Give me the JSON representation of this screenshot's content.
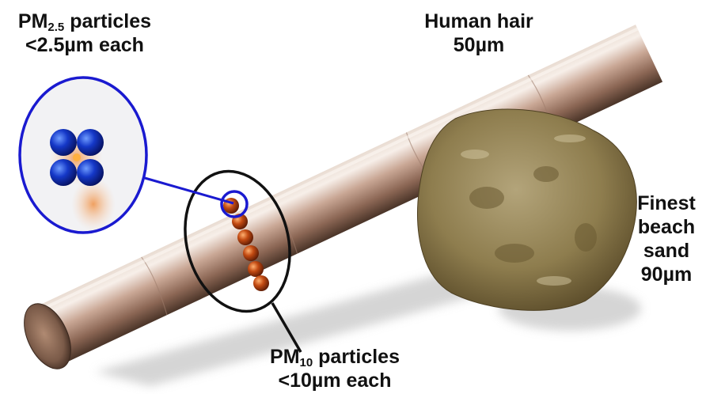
{
  "pm25": {
    "prefix": "PM",
    "subscript": "2.5",
    "suffix": " particles",
    "size": "<2.5µm each"
  },
  "hair": {
    "name": "Human hair",
    "size": "50µm"
  },
  "sand": {
    "line1": "Finest",
    "line2": "beach",
    "line3": "sand",
    "size": "90µm"
  },
  "pm10": {
    "prefix": "PM",
    "subscript": "10",
    "suffix": " particles",
    "size": "<10µm each"
  },
  "colors": {
    "pm25_ring": "#1a1ad0",
    "pm10_ring": "#111111",
    "hair": "#b89078",
    "sand": "#8e7d4e",
    "pm25_particle": "#1030c8",
    "pm10_particle": "#c04010"
  }
}
